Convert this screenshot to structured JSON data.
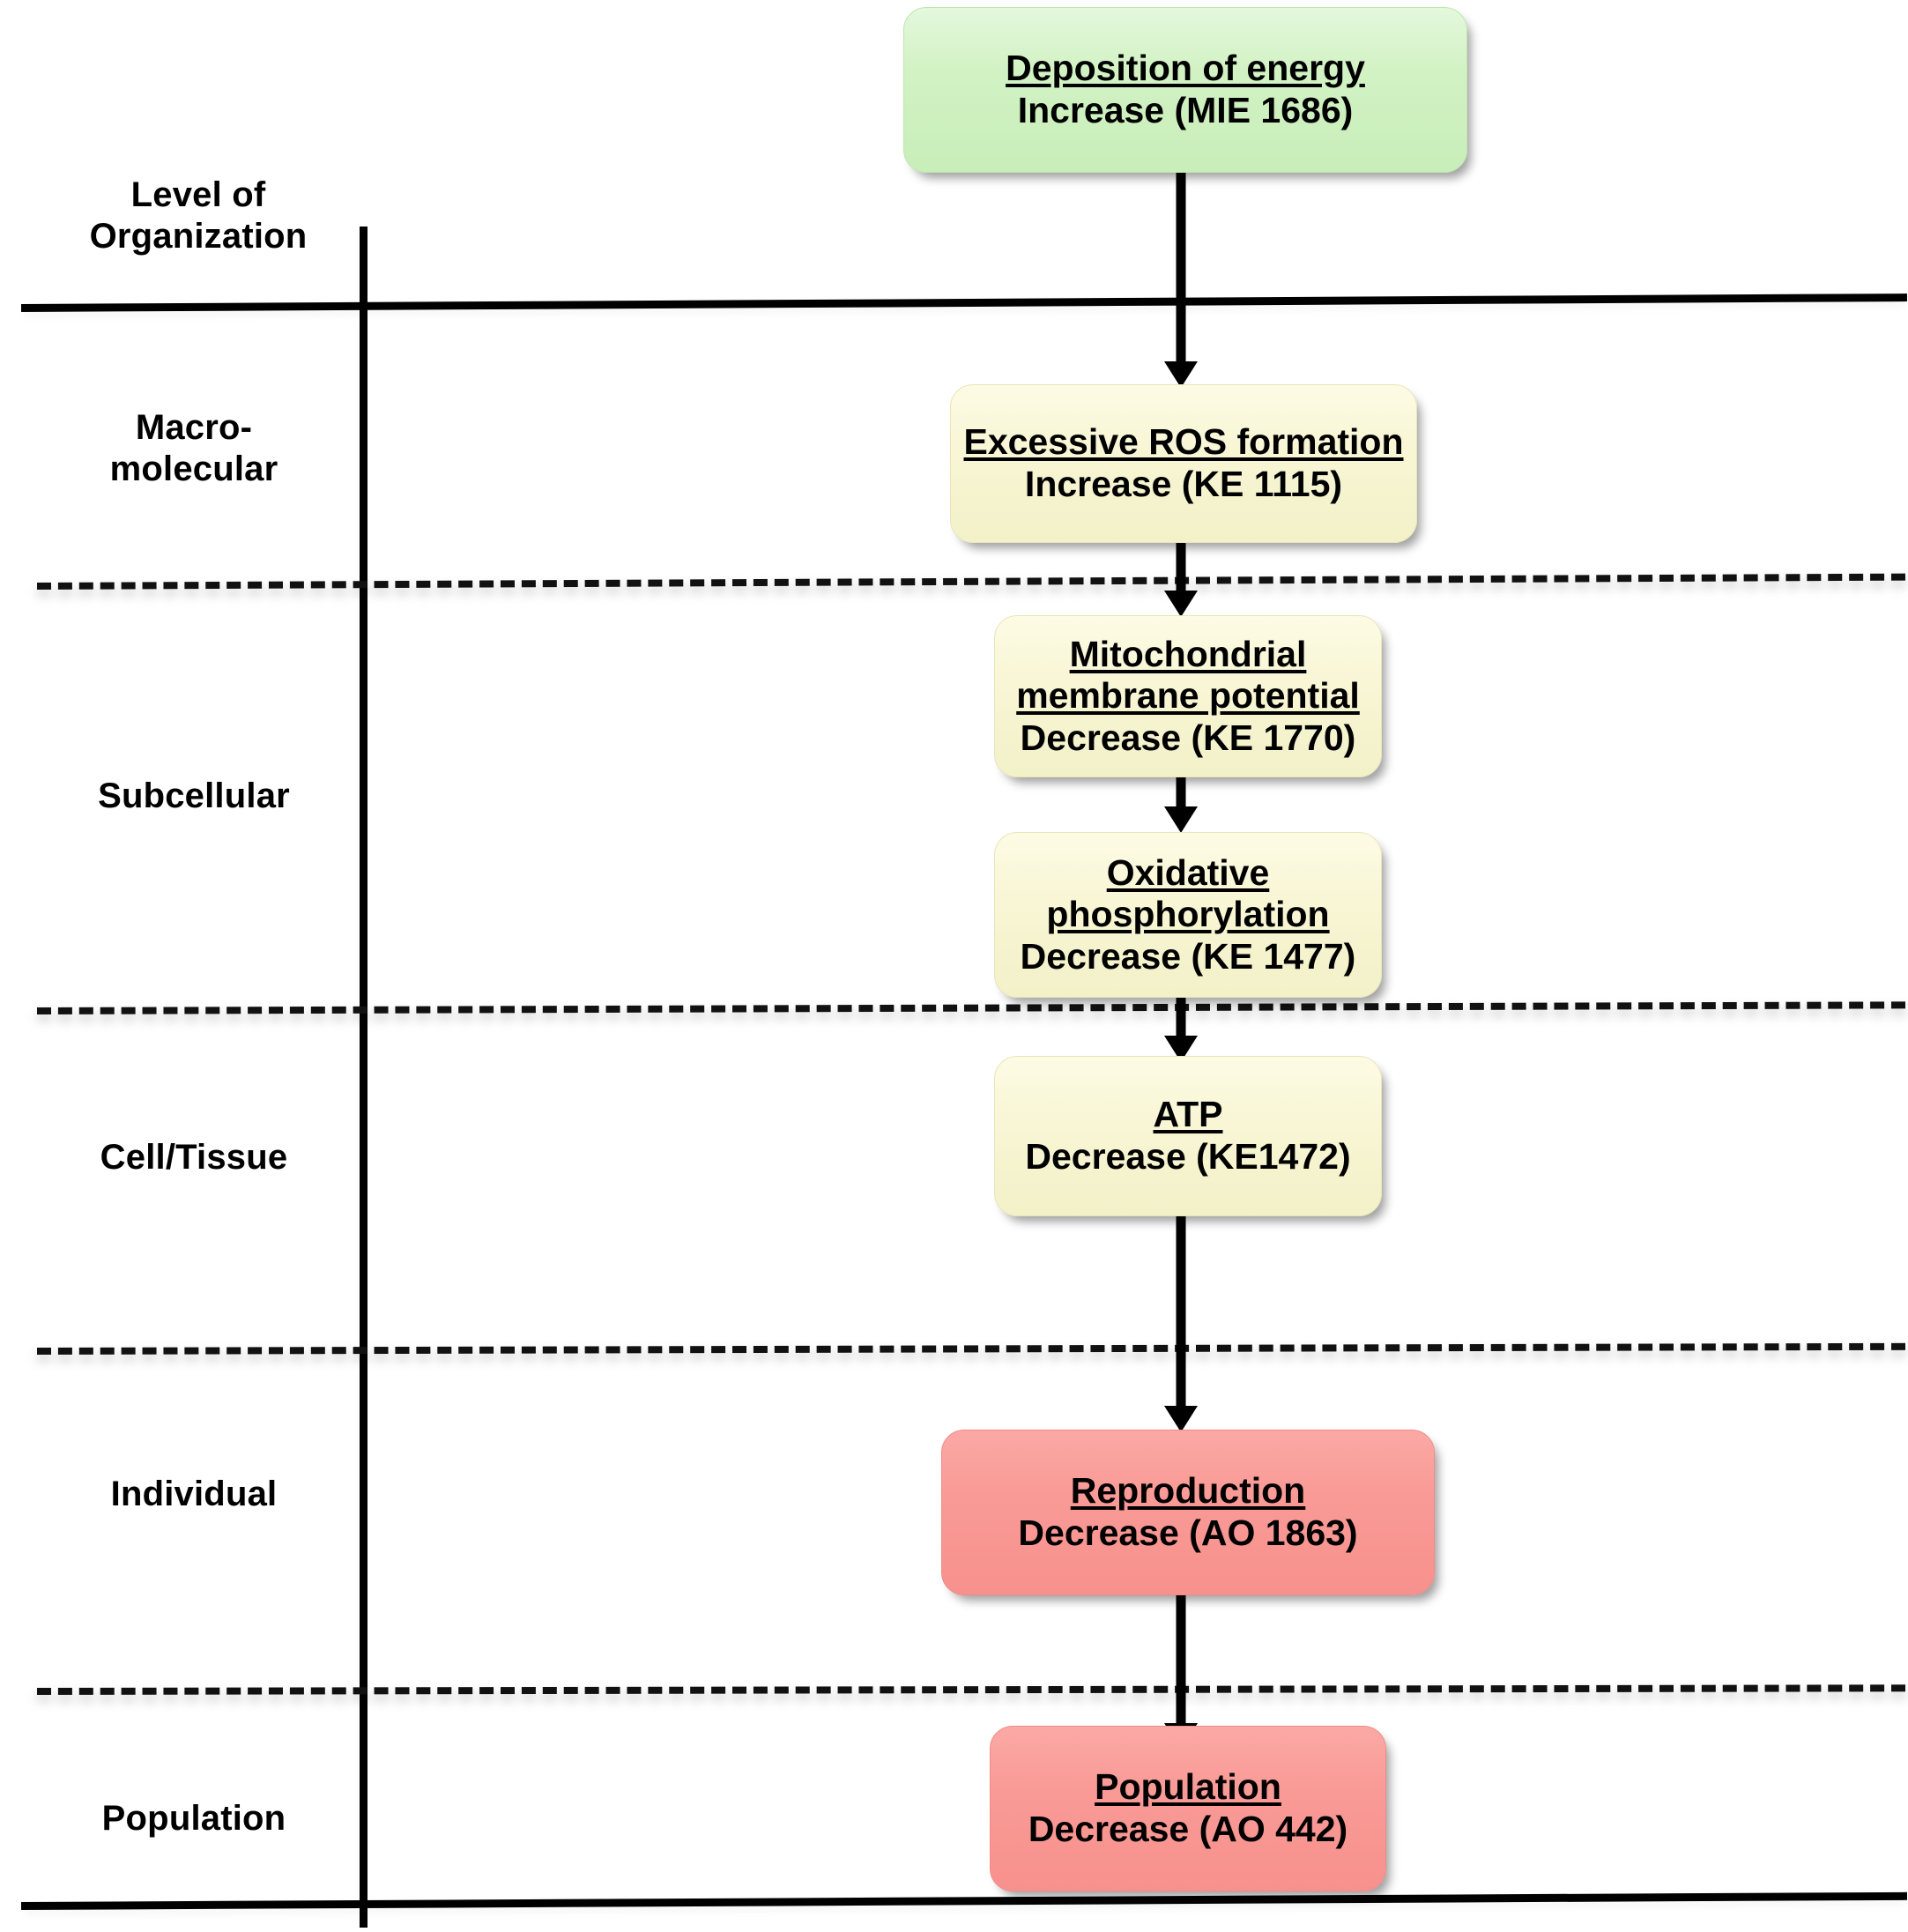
{
  "diagram": {
    "axis_label": {
      "line1": "Level of",
      "line2": "Organization"
    },
    "levels": [
      {
        "id": "macro-molecular",
        "line1": "Macro-",
        "line2": "molecular"
      },
      {
        "id": "subcellular",
        "line1": "Subcellular",
        "line2": ""
      },
      {
        "id": "cell-tissue",
        "line1": "Cell/Tissue",
        "line2": ""
      },
      {
        "id": "individual",
        "line1": "Individual",
        "line2": ""
      },
      {
        "id": "population",
        "line1": "Population",
        "line2": ""
      }
    ],
    "nodes": [
      {
        "id": "mie-1686",
        "kind": "MIE",
        "title": "Deposition of energy",
        "subtitle": "Increase (MIE 1686)",
        "color": "#c8eeb9"
      },
      {
        "id": "ke-1115",
        "kind": "KE",
        "title": "Excessive ROS formation",
        "subtitle": "Increase (KE 1115)",
        "color": "#f3f1c8"
      },
      {
        "id": "ke-1770",
        "kind": "KE",
        "title_line1": "Mitochondrial",
        "title_line2": "membrane potential",
        "subtitle": "Decrease (KE 1770)",
        "color": "#f3f1c8"
      },
      {
        "id": "ke-1477",
        "kind": "KE",
        "title_line1": "Oxidative",
        "title_line2": "phosphorylation",
        "subtitle": "Decrease (KE 1477)",
        "color": "#f3f1c8"
      },
      {
        "id": "ke-1472",
        "kind": "KE",
        "title": "ATP",
        "subtitle": "Decrease (KE1472)",
        "color": "#f3f1c8"
      },
      {
        "id": "ao-1863",
        "kind": "AO",
        "title": "Reproduction",
        "subtitle": "Decrease (AO 1863)",
        "color": "#f7918d"
      },
      {
        "id": "ao-442",
        "kind": "AO",
        "title": "Population",
        "subtitle": "Decrease (AO 442)",
        "color": "#f7918d"
      }
    ]
  }
}
